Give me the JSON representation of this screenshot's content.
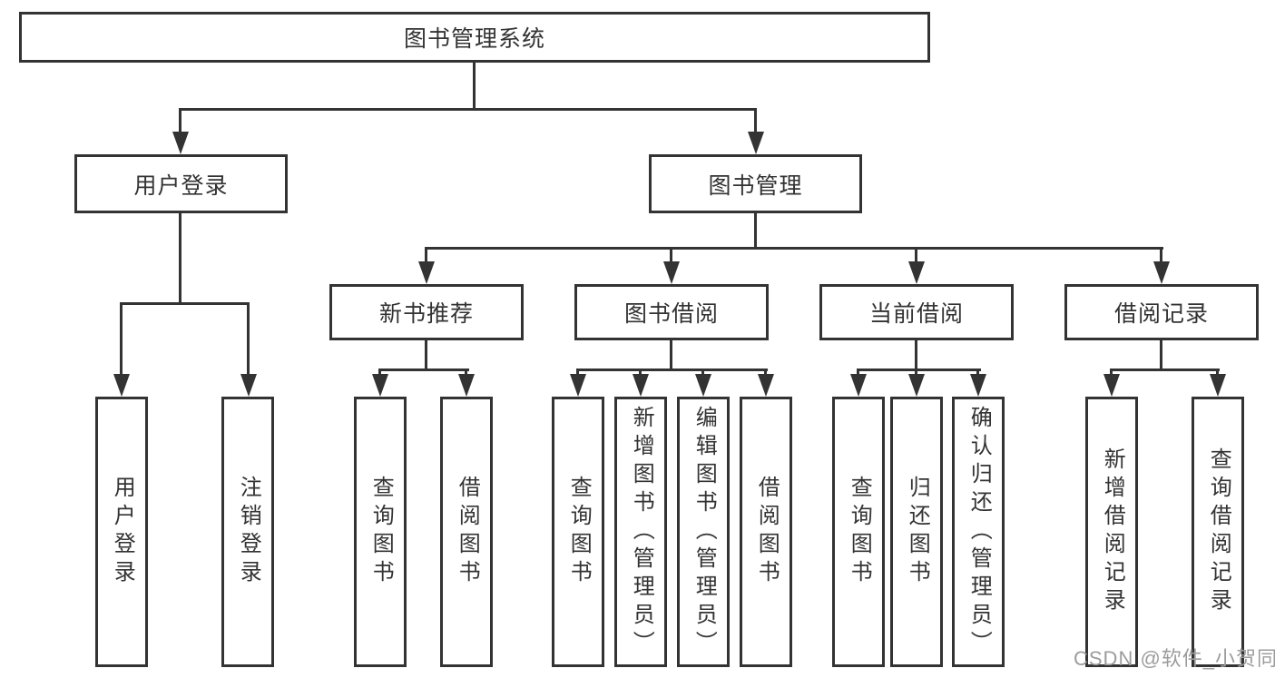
{
  "tree": {
    "root": "图书管理系统",
    "children": [
      {
        "label": "用户登录",
        "children": [
          "用户登录",
          "注销登录"
        ]
      },
      {
        "label": "图书管理",
        "children": [
          {
            "label": "新书推荐",
            "children": [
              "查询图书",
              "借阅图书"
            ]
          },
          {
            "label": "图书借阅",
            "children": [
              "查询图书",
              "新增图书（管理员）",
              "编辑图书（管理员）",
              "借阅图书"
            ]
          },
          {
            "label": "当前借阅",
            "children": [
              "查询图书",
              "归还图书",
              "确认归还（管理员）"
            ]
          },
          {
            "label": "借阅记录",
            "children": [
              "新增借阅记录",
              "查询借阅记录"
            ]
          }
        ]
      }
    ]
  },
  "watermark": "CSDN @软件_小贺同学",
  "colors": {
    "line": "#333333",
    "text": "#333333",
    "watermark": "#9c9c9c",
    "background": "#ffffff"
  }
}
